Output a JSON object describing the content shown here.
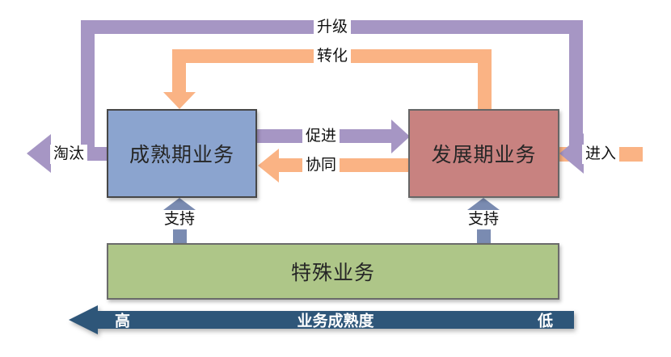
{
  "boxes": {
    "mature": {
      "label": "成熟期业务",
      "fill": "#8BA4CF"
    },
    "developing": {
      "label": "发展期业务",
      "fill": "#C88280"
    },
    "special": {
      "label": "特殊业务",
      "fill": "#AEC688"
    }
  },
  "flows": {
    "upgrade": {
      "label": "升级",
      "color": "#A696C4",
      "from": "成熟期业务",
      "to": "发展期业务"
    },
    "transform": {
      "label": "转化",
      "color": "#FAB384",
      "from": "发展期业务",
      "to": "成熟期业务"
    },
    "promote": {
      "label": "促进",
      "color": "#A696C4",
      "from": "成熟期业务",
      "to": "发展期业务"
    },
    "synergy": {
      "label": "协同",
      "color": "#FAB384",
      "from": "发展期业务",
      "to": "成熟期业务"
    },
    "eliminate": {
      "label": "淘汰",
      "color": "#A696C4",
      "from": "成熟期业务",
      "direction": "exit-left"
    },
    "enter": {
      "label": "进入",
      "color": "#FAB384",
      "to": "发展期业务",
      "direction": "enter-from-right"
    },
    "support_left": {
      "label": "支持",
      "color": "#7A8BB1",
      "from": "特殊业务",
      "to": "成熟期业务"
    },
    "support_right": {
      "label": "支持",
      "color": "#7A8BB1",
      "from": "特殊业务",
      "to": "发展期业务"
    }
  },
  "maturity_axis": {
    "label": "业务成熟度",
    "left": "高",
    "right": "低",
    "color": "#2E5679",
    "arrow_direction": "left"
  }
}
